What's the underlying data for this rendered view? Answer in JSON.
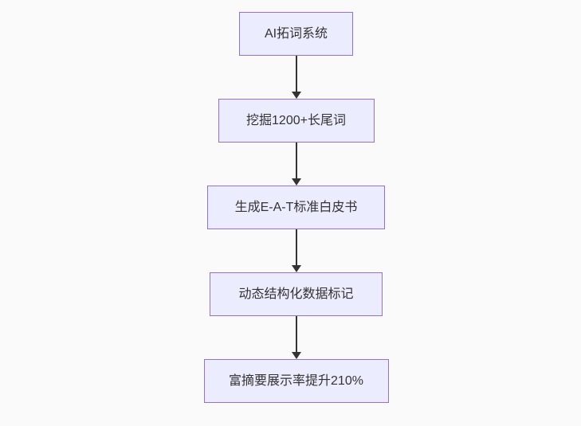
{
  "theme": {
    "background_color": "#fafafa",
    "node_fill_color": "#ECECFF",
    "node_border_color": "#9370DB",
    "arrow_color": "#333333",
    "text_color": "#333333"
  },
  "flowchart": {
    "type": "flowchart",
    "direction": "top-down",
    "nodes": [
      {
        "id": "n1",
        "label": "AI拓词系统"
      },
      {
        "id": "n2",
        "label": "挖掘1200+长尾词"
      },
      {
        "id": "n3",
        "label": "生成E-A-T标准白皮书"
      },
      {
        "id": "n4",
        "label": "动态结构化数据标记"
      },
      {
        "id": "n5",
        "label": "富摘要展示率提升210%"
      }
    ],
    "edges": [
      {
        "from": "AI拓词系统",
        "to": "挖掘1200+长尾词"
      },
      {
        "from": "挖掘1200+长尾词",
        "to": "生成E-A-T标准白皮书"
      },
      {
        "from": "生成E-A-T标准白皮书",
        "to": "动态结构化数据标记"
      },
      {
        "from": "动态结构化数据标记",
        "to": "富摘要展示率提升210%"
      }
    ]
  }
}
